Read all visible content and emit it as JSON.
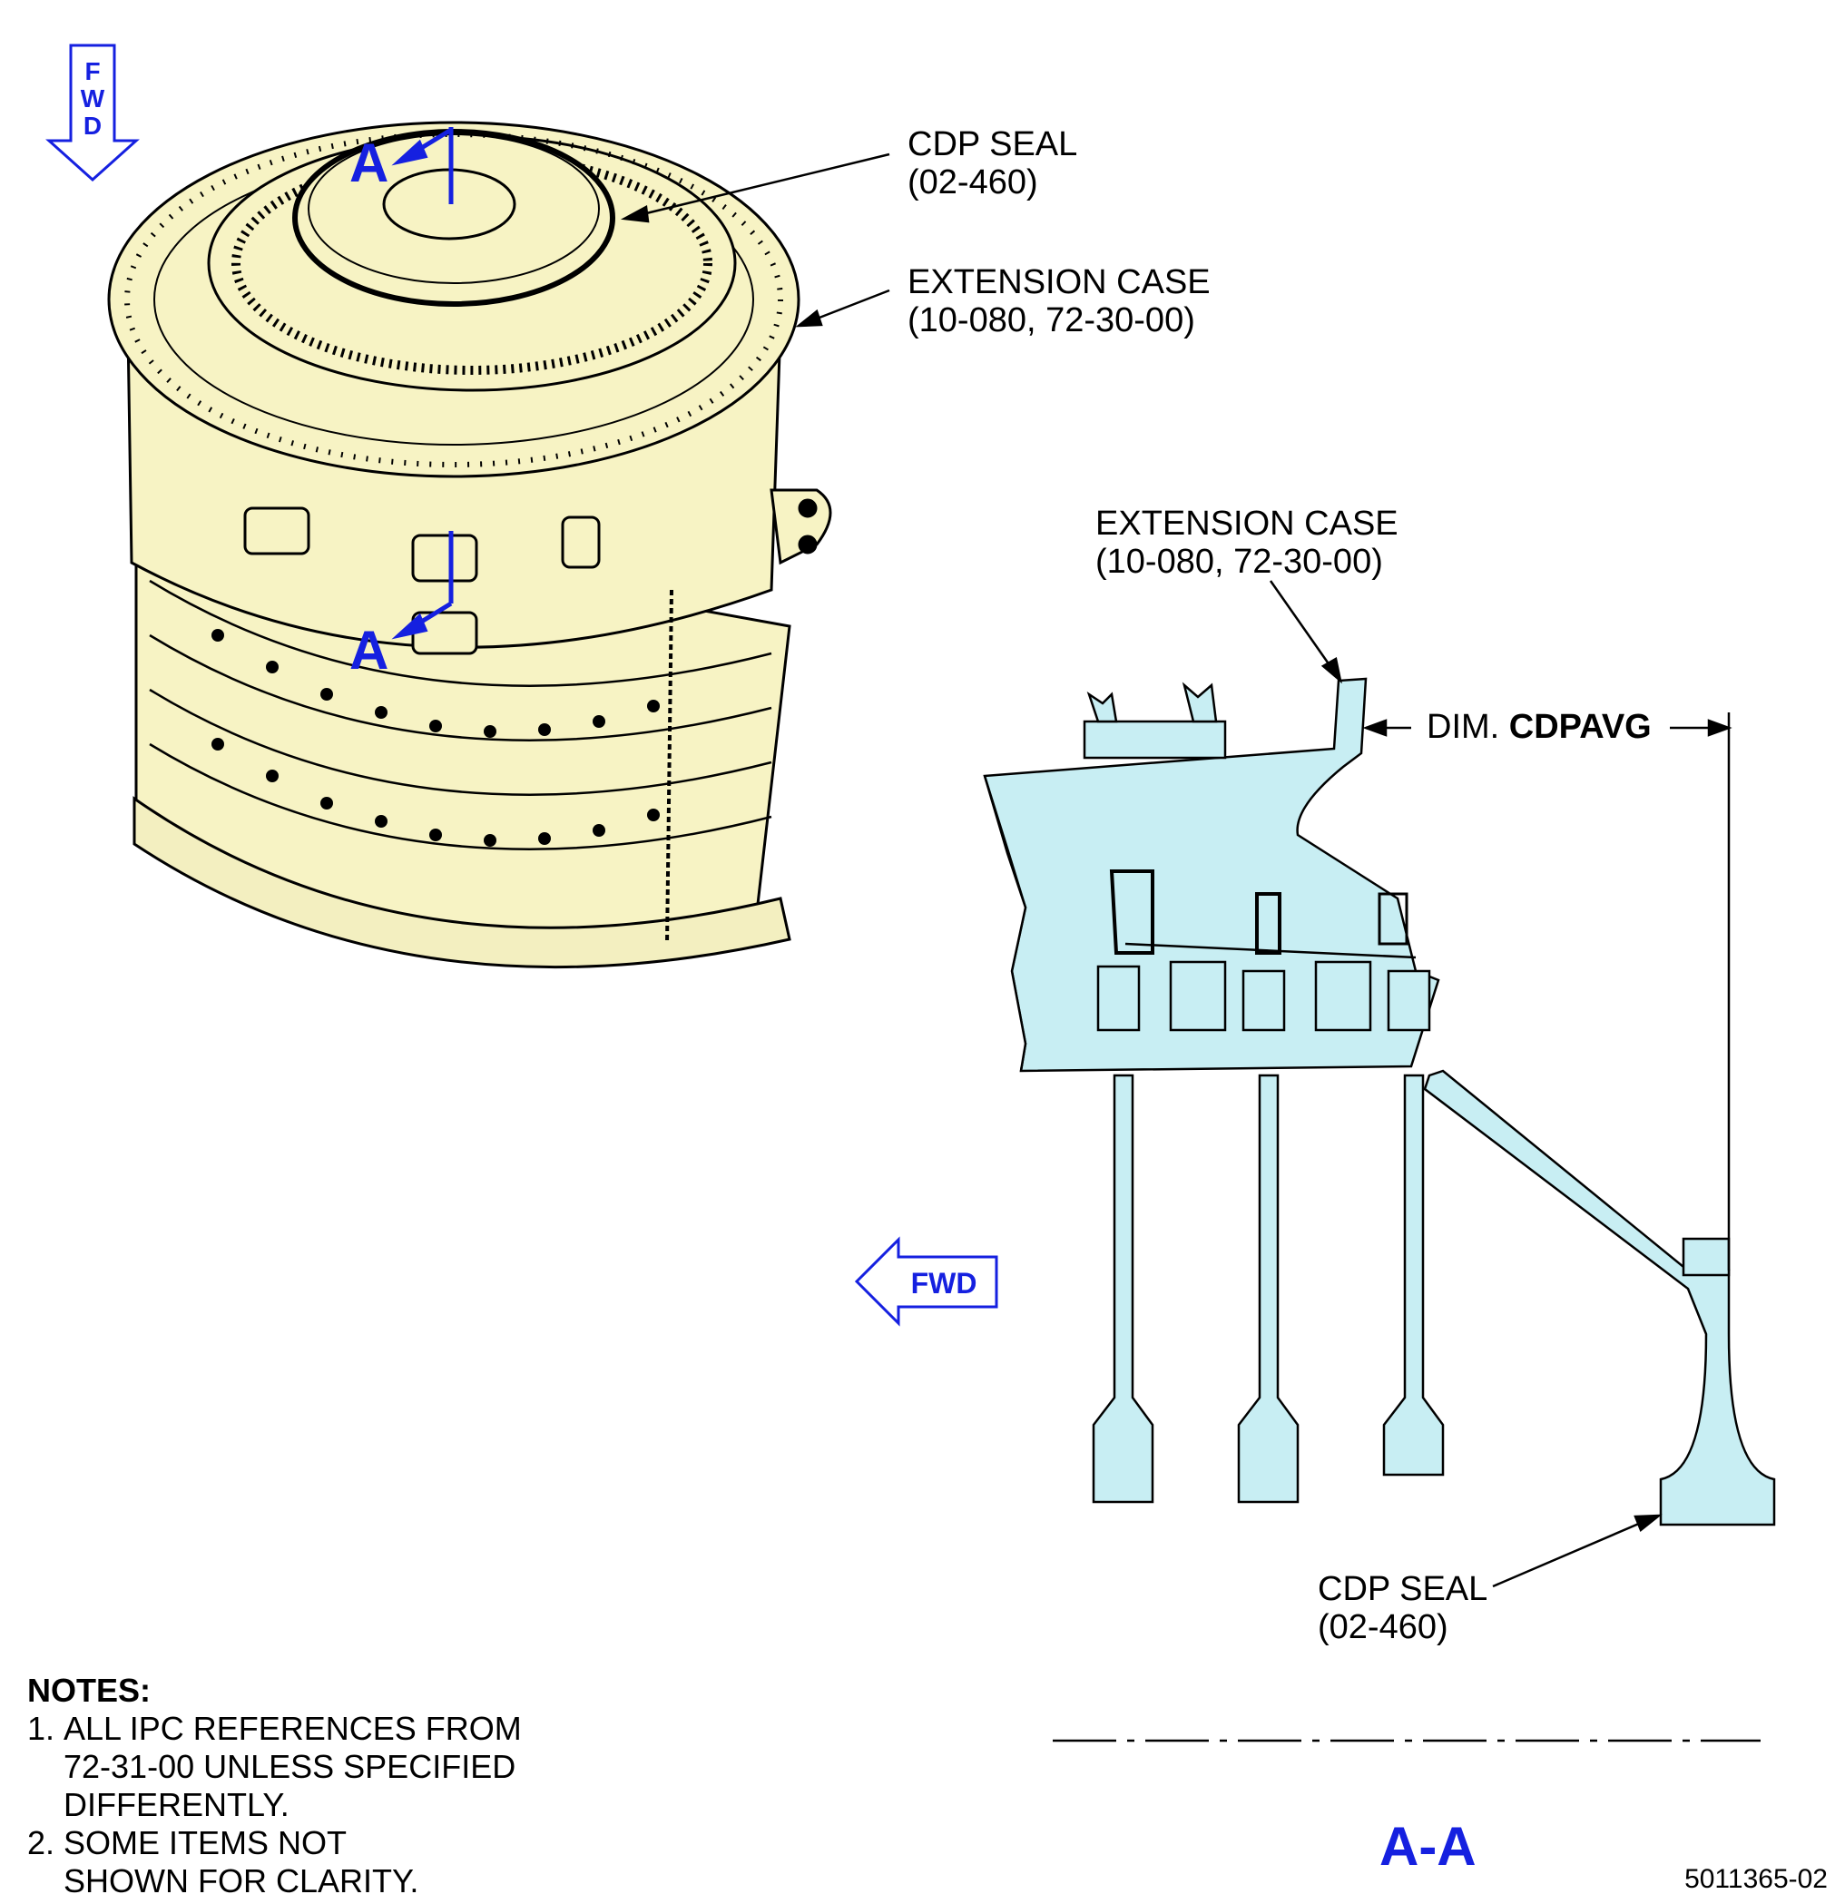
{
  "iso_view": {
    "fwd_arrow_letters": [
      "F",
      "W",
      "D"
    ],
    "section_marker_top": "A",
    "section_marker_bottom": "A",
    "callout_cdp_seal": {
      "name": "CDP SEAL",
      "ref": "(02-460)"
    },
    "callout_extension_case": {
      "name": "EXTENSION CASE",
      "ref": "(10-080, 72-30-00)"
    }
  },
  "section_view": {
    "callout_extension_case": {
      "name": "EXTENSION CASE",
      "ref": "(10-080, 72-30-00)"
    },
    "dimension_prefix": "DIM.",
    "dimension_name": "CDPAVG",
    "fwd_arrow_label": "FWD",
    "callout_cdp_seal": {
      "name": "CDP SEAL",
      "ref": "(02-460)"
    },
    "title": "A-A"
  },
  "notes": {
    "header": "NOTES:",
    "items": [
      {
        "num": "1.",
        "text": "ALL IPC REFERENCES FROM\n72-31-00 UNLESS SPECIFIED\nDIFFERENTLY."
      },
      {
        "num": "2.",
        "text": "SOME ITEMS NOT\nSHOWN FOR CLARITY."
      }
    ]
  },
  "figure_number": "5011365-02",
  "colors": {
    "part_fill_iso": "#f7f3c4",
    "part_fill_section": "#c8eef3",
    "marker_blue": "#1520e0"
  }
}
